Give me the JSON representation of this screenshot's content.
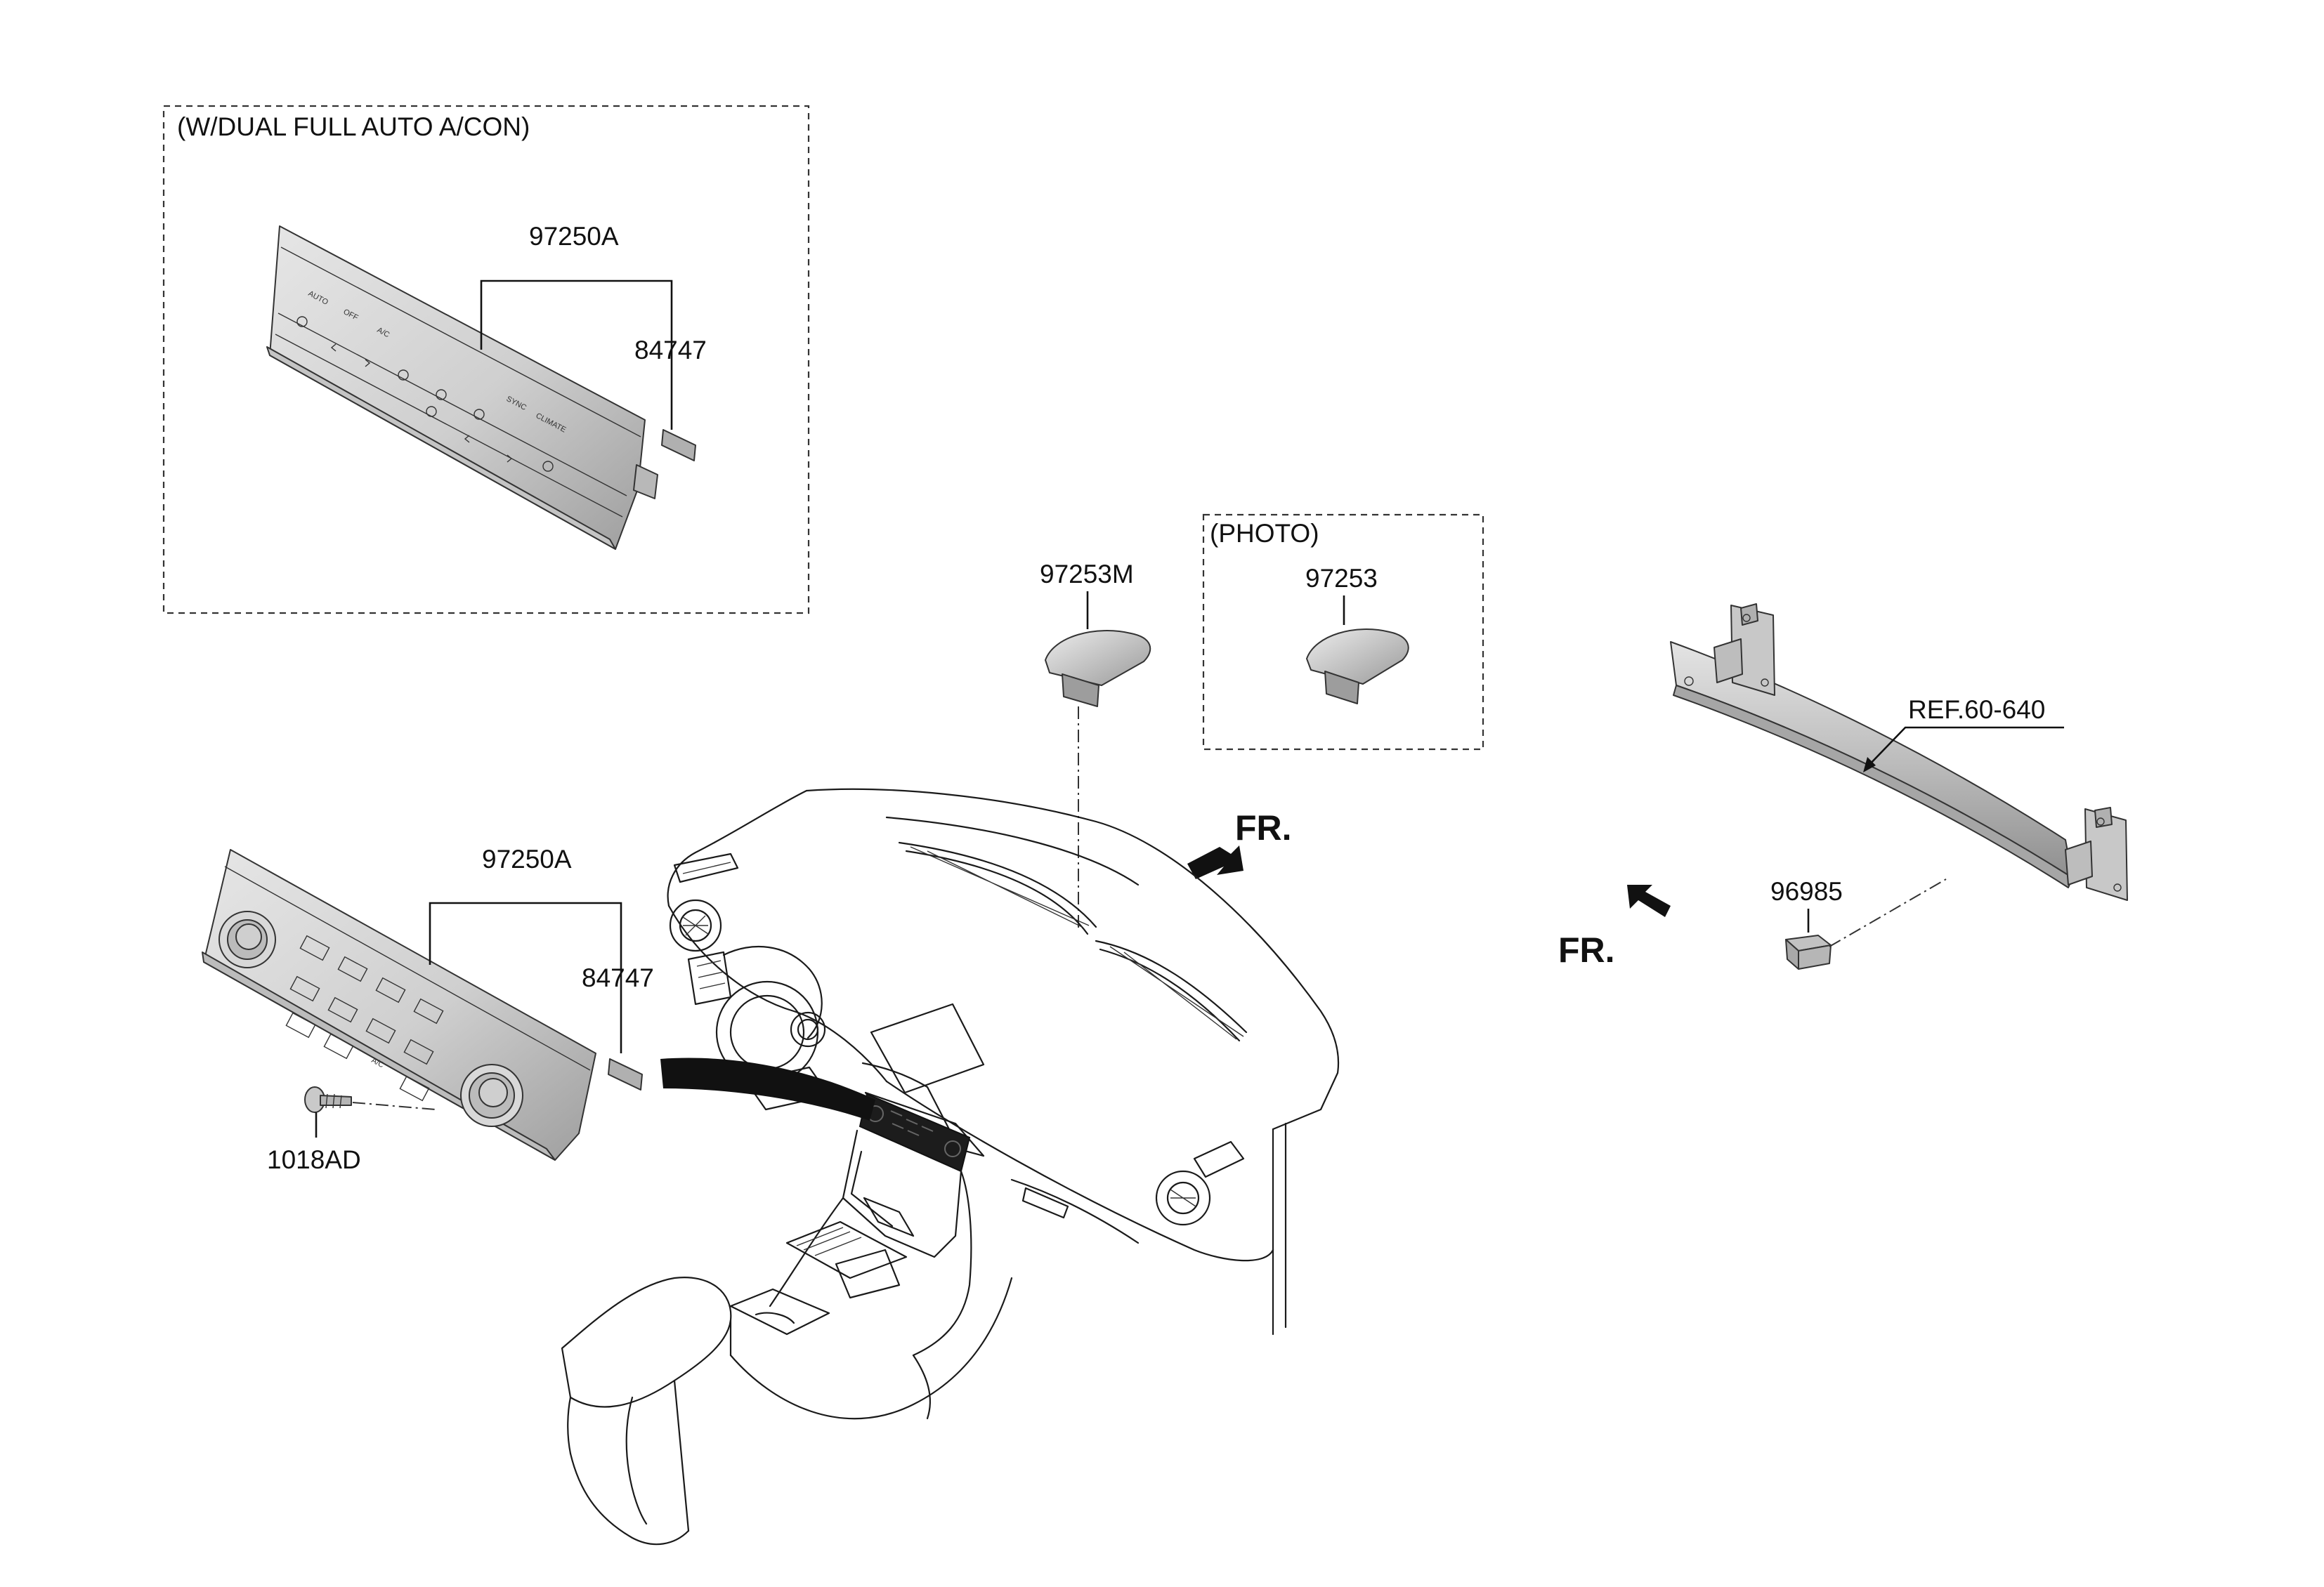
{
  "boxes": {
    "dual_auto": {
      "caption": "(W/DUAL FULL AUTO A/CON)"
    },
    "photo": {
      "caption": "(PHOTO)"
    }
  },
  "labels": {
    "p97250A_top": "97250A",
    "p84747_top": "84747",
    "p97253M": "97253M",
    "p97253": "97253",
    "p97250A_bottom": "97250A",
    "p84747_bottom": "84747",
    "p1018AD": "1018AD",
    "ref": "REF.60-640",
    "p96985": "96985",
    "fr_center": "FR.",
    "fr_right": "FR."
  },
  "panel_top_buttons": [
    "AUTO",
    "OFF",
    "A/C",
    "SYNC",
    "CLIMATE"
  ],
  "panel_bottom_buttons": [
    "A/C"
  ],
  "colors": {
    "ink": "#111111",
    "part_fill": "#d4d4d4",
    "part_dark": "#a9a9a9",
    "console_highlight": "#1c1c1c"
  }
}
